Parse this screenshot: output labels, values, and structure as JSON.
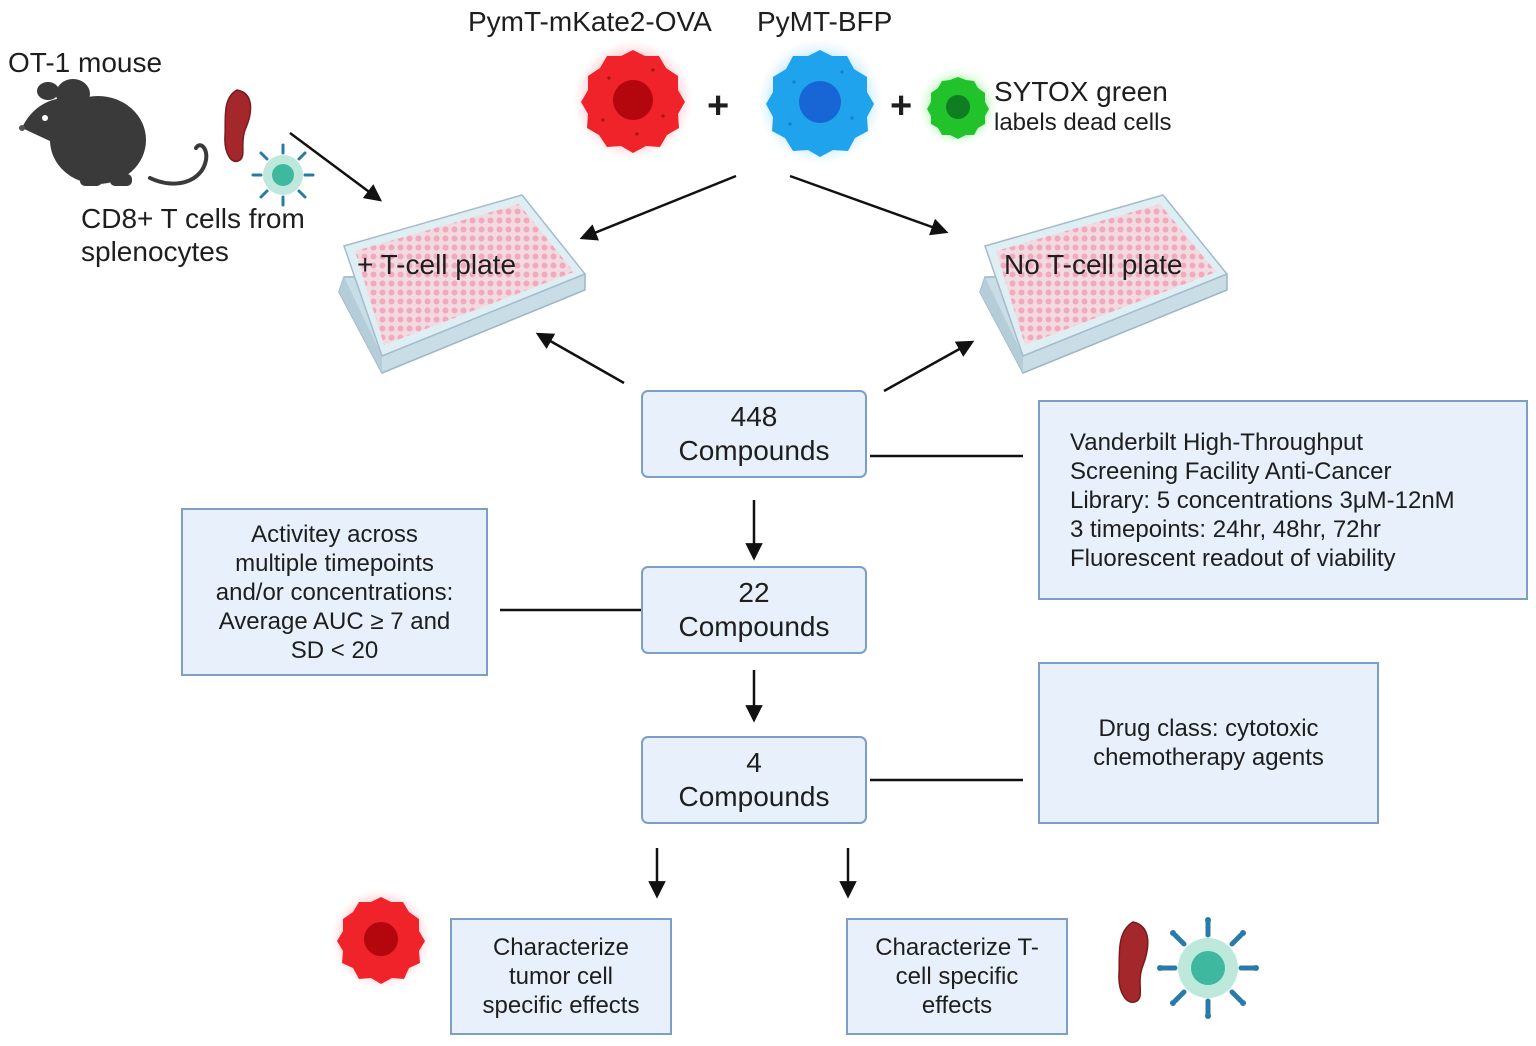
{
  "source": {
    "mouse_label": "OT-1 mouse",
    "cells_label": [
      "CD8+ T cells from",
      "splenocytes"
    ]
  },
  "cells": {
    "ova_label": "PymT-mKate2-OVA",
    "bfp_label": "PyMT-BFP",
    "sytox_label": "SYTOX green",
    "sytox_sublabel": "labels dead cells",
    "plus_sign": "+"
  },
  "plates": {
    "with_tcells": "+ T-cell plate",
    "no_tcells": "No T-cell plate"
  },
  "funnel": {
    "step1": [
      "448",
      "Compounds"
    ],
    "step2": [
      "22",
      "Compounds"
    ],
    "step3": [
      "4",
      "Compounds"
    ]
  },
  "notes": {
    "library": [
      "Vanderbilt High-Throughput",
      "Screening Facility Anti-Cancer",
      "Library: 5 concentrations 3μM-12nM",
      "3 timepoints: 24hr, 48hr, 72hr",
      "Fluorescent readout of viability"
    ],
    "activity": [
      "Activitey across",
      "multiple timepoints",
      "and/or concentrations:",
      "Average AUC ≥ 7 and",
      "SD < 20"
    ],
    "drug_class": [
      "Drug class: cytotoxic",
      "chemotherapy agents"
    ]
  },
  "outcomes": {
    "tumor": [
      "Characterize",
      "tumor cell",
      "specific effects"
    ],
    "tcell": [
      "Characterize T-",
      "cell specific",
      "effects"
    ]
  },
  "colors": {
    "box_fill": "#e7f0fb",
    "box_border": "#7d9ec6",
    "tumor_red": "#f0222a",
    "bfp_blue": "#1fa3ec",
    "sytox_green": "#22c22a",
    "tcell_teal": "#3fb8a0",
    "spleen_red": "#a3272b",
    "mouse_gray": "#3a3a3a"
  }
}
